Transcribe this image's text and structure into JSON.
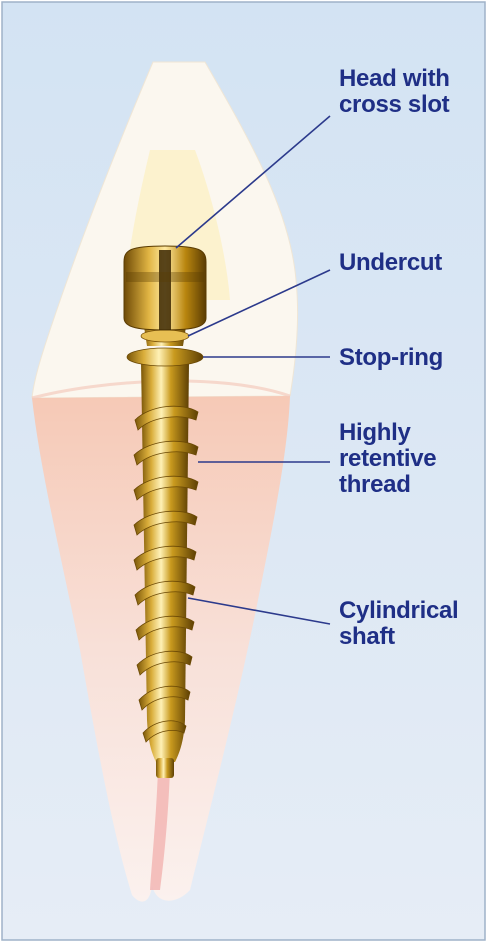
{
  "labels": {
    "head": [
      "Head with",
      "cross slot"
    ],
    "undercut": [
      "Undercut"
    ],
    "stop_ring": [
      "Stop-ring"
    ],
    "thread": [
      "Highly",
      "retentive",
      "thread"
    ],
    "shaft": [
      "Cylindrical",
      "shaft"
    ]
  },
  "colors": {
    "label_text": "#1f2f86",
    "leader_line": "#2c3a8c",
    "background_top": "#d8e6f4",
    "background_bottom": "#e3ebf5",
    "crown": "#fbf7ef",
    "root": "#f7dcd2",
    "gold": "#c99a1e"
  }
}
